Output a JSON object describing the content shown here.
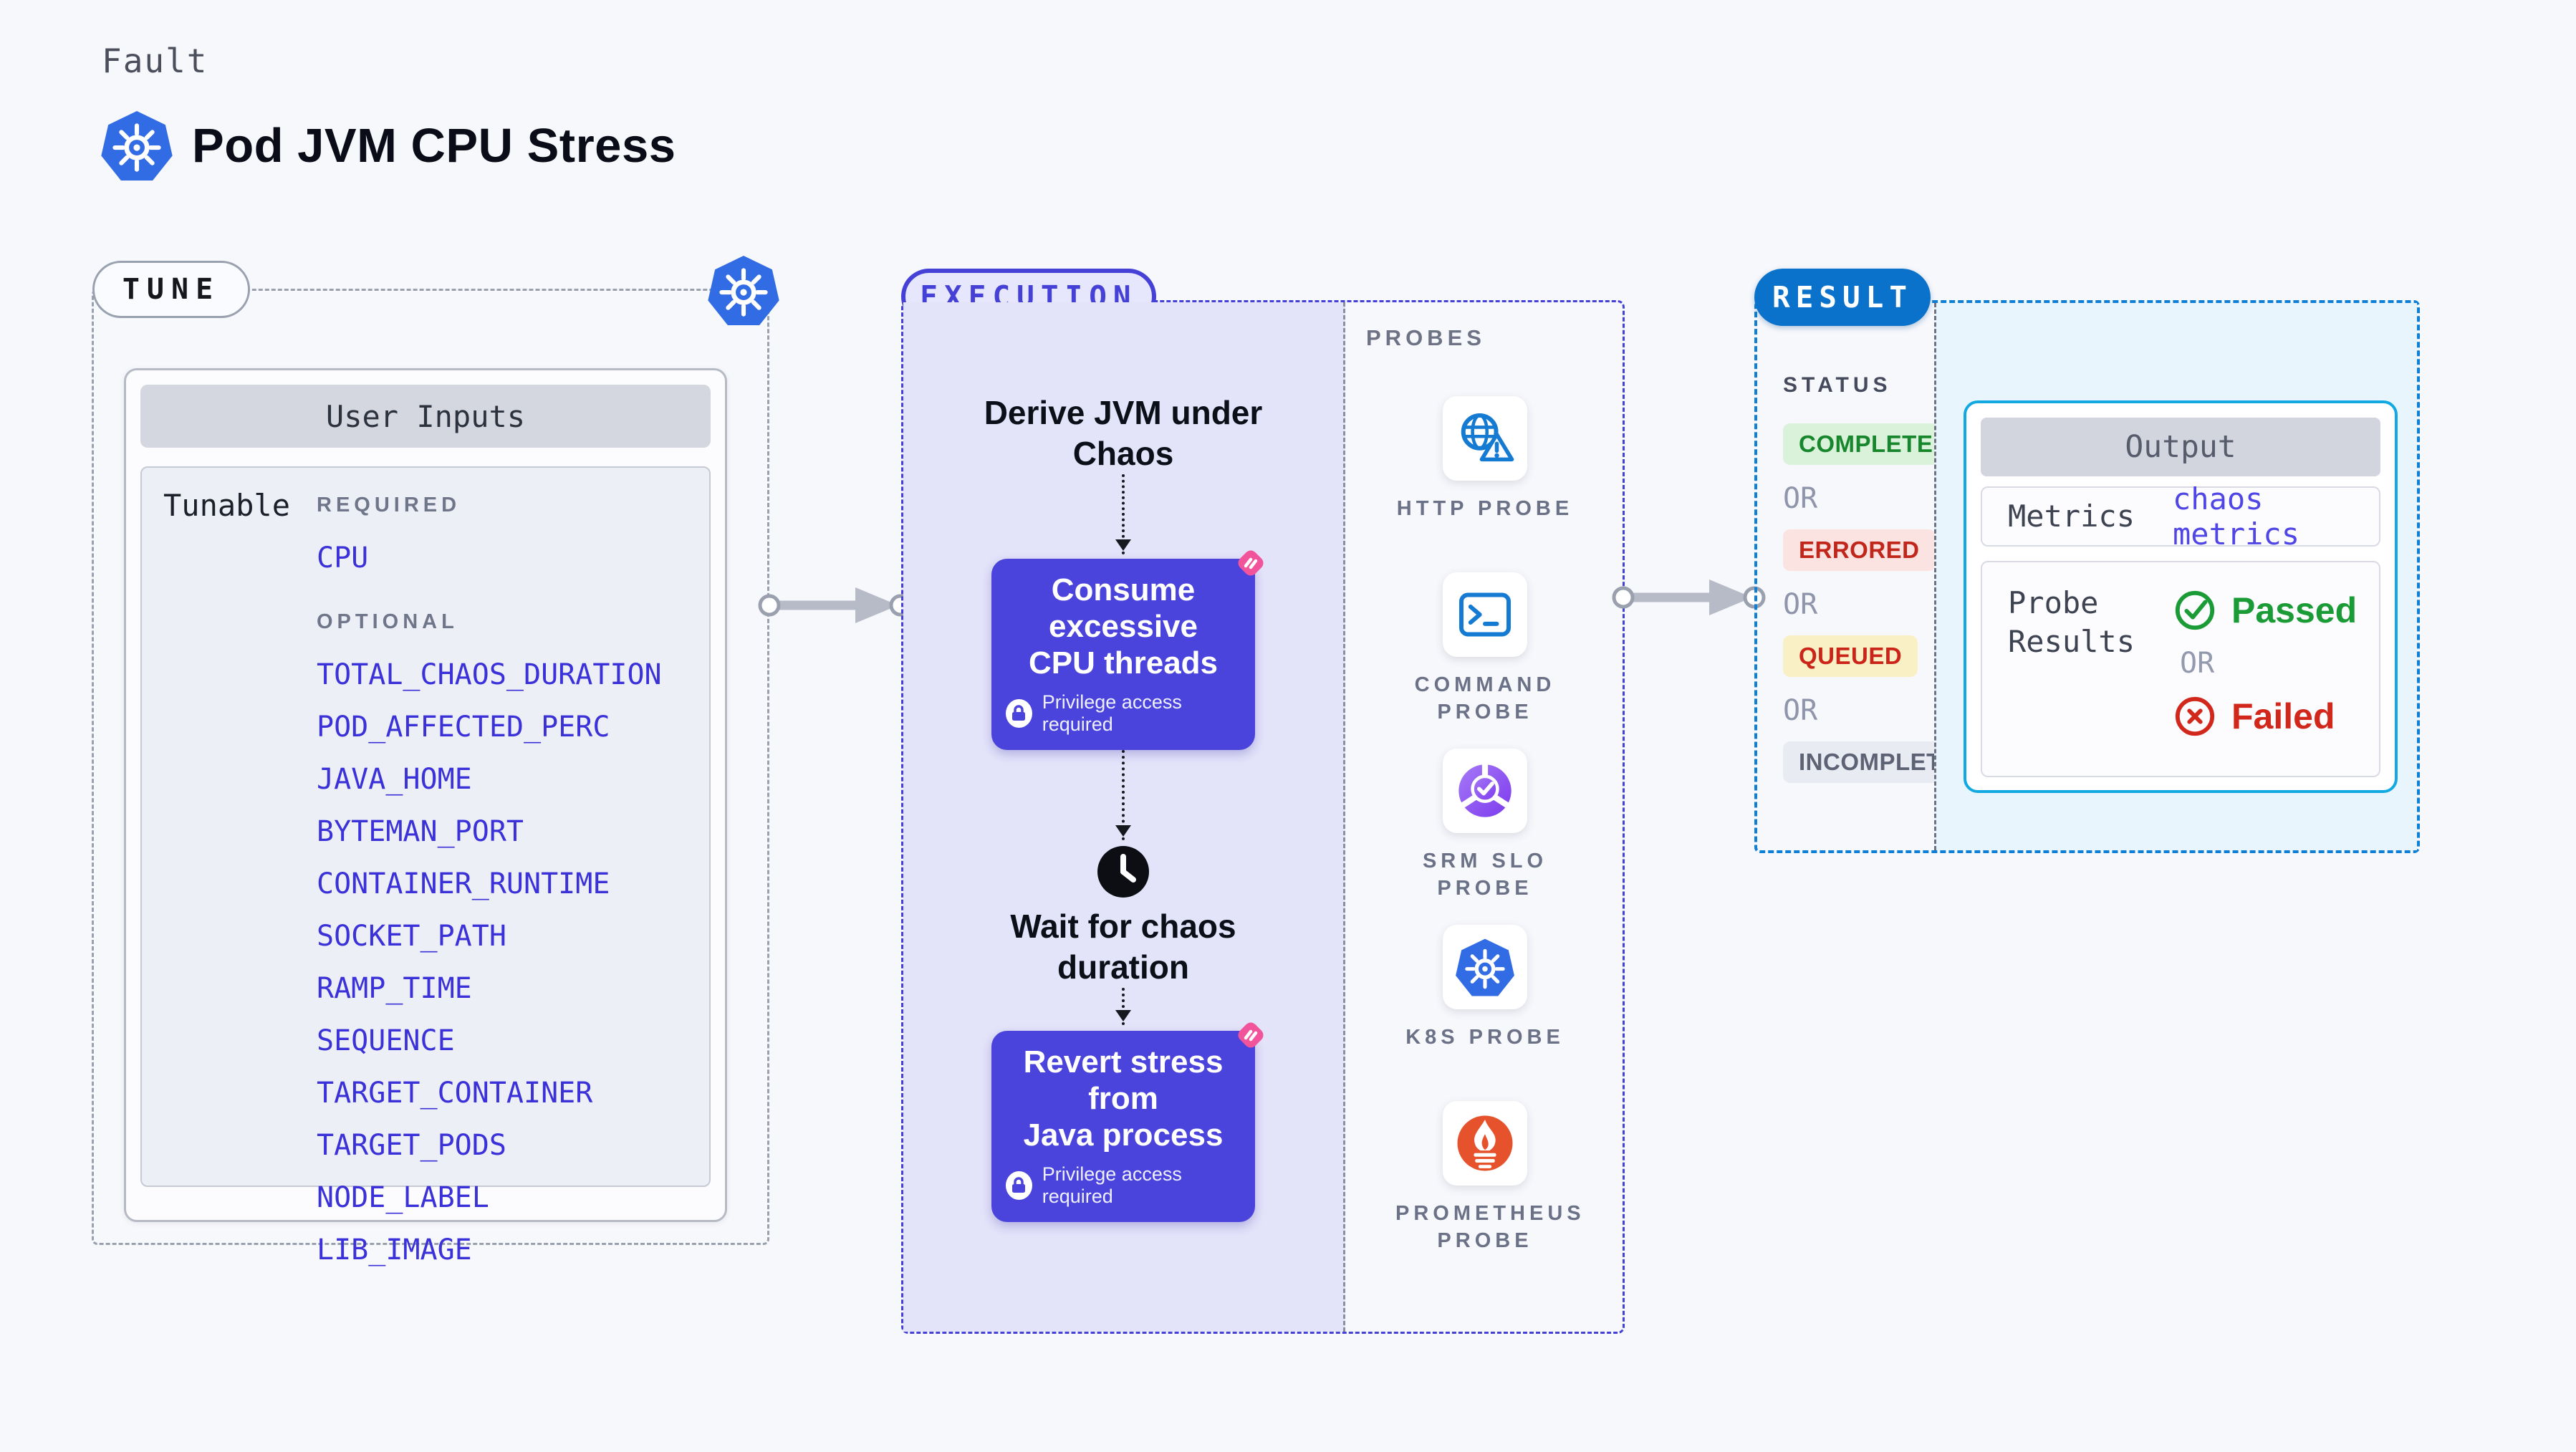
{
  "header": {
    "eyebrow": "Fault",
    "title": "Pod JVM CPU Stress"
  },
  "tune": {
    "badge": "TUNE",
    "card_title": "User Inputs",
    "row_label": "Tunable",
    "required_label": "REQUIRED",
    "required_items": [
      "CPU"
    ],
    "optional_label": "OPTIONAL",
    "optional_items": [
      "TOTAL_CHAOS_DURATION",
      "POD_AFFECTED_PERC",
      "JAVA_HOME",
      "BYTEMAN_PORT",
      "CONTAINER_RUNTIME",
      "SOCKET_PATH",
      "RAMP_TIME",
      "SEQUENCE",
      "TARGET_CONTAINER",
      "TARGET_PODS",
      "NODE_LABEL",
      "LIB_IMAGE"
    ]
  },
  "execution": {
    "badge": "EXECUTION",
    "derive_lines": [
      "Derive JVM under",
      "Chaos"
    ],
    "consume_box": {
      "lines": [
        "Consume excessive",
        "CPU threads"
      ],
      "note": "Privilege access required"
    },
    "wait_lines": [
      "Wait for chaos",
      "duration"
    ],
    "revert_box": {
      "lines": [
        "Revert stress from",
        "Java process"
      ],
      "note": "Privilege access required"
    }
  },
  "probes": {
    "label": "PROBES",
    "items": [
      {
        "icon": "http-probe-icon",
        "lines": [
          "HTTP PROBE",
          ""
        ]
      },
      {
        "icon": "command-probe-icon",
        "lines": [
          "COMMAND",
          "PROBE"
        ]
      },
      {
        "icon": "srm-slo-probe-icon",
        "lines": [
          "SRM SLO",
          "PROBE"
        ]
      },
      {
        "icon": "k8s-probe-icon",
        "lines": [
          "K8S PROBE",
          ""
        ]
      },
      {
        "icon": "prometheus-probe-icon",
        "lines": [
          "PROMETHEUS",
          "PROBE"
        ]
      }
    ]
  },
  "result": {
    "badge": "RESULT",
    "status_label": "STATUS",
    "or_label": "OR",
    "statuses": [
      {
        "label": "COMPLETED",
        "fg": "#17862c",
        "bg": "#d9f2d9"
      },
      {
        "label": "ERRORED",
        "fg": "#c1261b",
        "bg": "#fbe3e1"
      },
      {
        "label": "QUEUED",
        "fg": "#cb2418",
        "bg": "#faf0c5"
      },
      {
        "label": "INCOMPLETED",
        "fg": "#5d6274",
        "bg": "#e9ebf2"
      }
    ],
    "output": {
      "title": "Output",
      "metrics_label": "Metrics",
      "metrics_value": "chaos metrics",
      "probe_results_label": "Probe Results",
      "passed_label": "Passed",
      "failed_label": "Failed"
    }
  },
  "colors": {
    "accent_indigo": "#4540d6",
    "lavender": "#e3e3fa",
    "link_blue": "#3b31d9",
    "node_purple": "#4b44dc",
    "pink_badge": "#f2549b",
    "kubernetes_blue": "#326ce5",
    "probe_icon_blue": "#147ad2",
    "slo_purple": "#8b5cf6",
    "prometheus_orange": "#e6522c",
    "result_blue": "#0b72cc",
    "result_border": "#0d7fd6",
    "result_panel": "#e8f5fd",
    "output_border": "#12a9e2",
    "passed_green": "#1b9b36",
    "failed_red": "#d2281c"
  }
}
